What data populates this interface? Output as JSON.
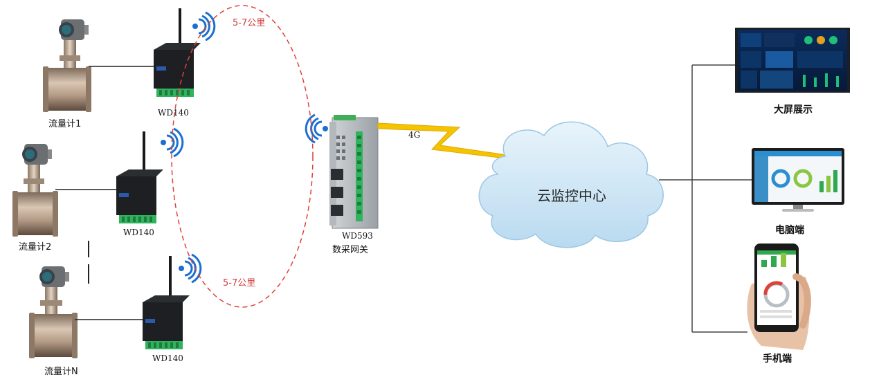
{
  "flowmeters": [
    {
      "label": "流量计1"
    },
    {
      "label": "流量计2"
    },
    {
      "label": "流量计N"
    }
  ],
  "nodes": [
    {
      "label": "WD140"
    },
    {
      "label": "WD140"
    },
    {
      "label": "WD140"
    }
  ],
  "range_labels": {
    "top": "5-7公里",
    "bottom": "5-7公里"
  },
  "gateway": {
    "model": "WD593",
    "name": "数采网关"
  },
  "link_label": "4G",
  "cloud": {
    "label": "云监控中心"
  },
  "terminals": [
    {
      "label": "大屏展示"
    },
    {
      "label": "电脑端"
    },
    {
      "label": "手机端"
    }
  ],
  "colors": {
    "range_ellipse": "#e0403a",
    "lightning": "#f5c400",
    "wifi": "#1a6fd0",
    "cloud_fill": "#cfe6f5",
    "terminal_green": "#2fa84f"
  }
}
